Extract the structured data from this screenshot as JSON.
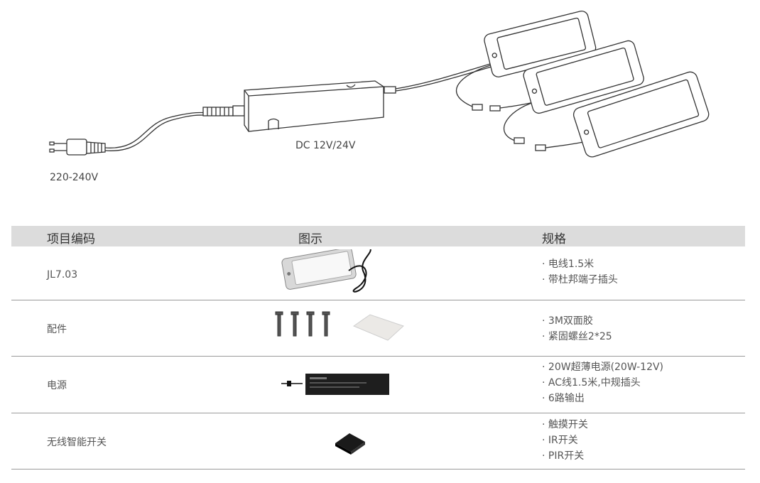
{
  "diagram": {
    "input_voltage": "220-240V",
    "output_voltage": "DC 12V/24V"
  },
  "table": {
    "headers": [
      "项目编码",
      "图示",
      "规格"
    ],
    "rows": [
      {
        "name": "JL7.03",
        "image": "light-panel-with-cable",
        "specs": [
          "电线1.5米",
          "带杜邦端子插头"
        ]
      },
      {
        "name": "配件",
        "image": "screws-and-adhesive-pad",
        "specs": [
          "3M双面胶",
          "紧固螺丝2*25"
        ]
      },
      {
        "name": "电源",
        "image": "led-driver",
        "specs": [
          "20W超薄电源(20W-12V)",
          "AC线1.5米,中规插头",
          "6路输出"
        ]
      },
      {
        "name": "无线智能开关",
        "image": "wireless-switch",
        "specs": [
          "触摸开关",
          "IR开关",
          "PIR开关"
        ]
      }
    ]
  }
}
